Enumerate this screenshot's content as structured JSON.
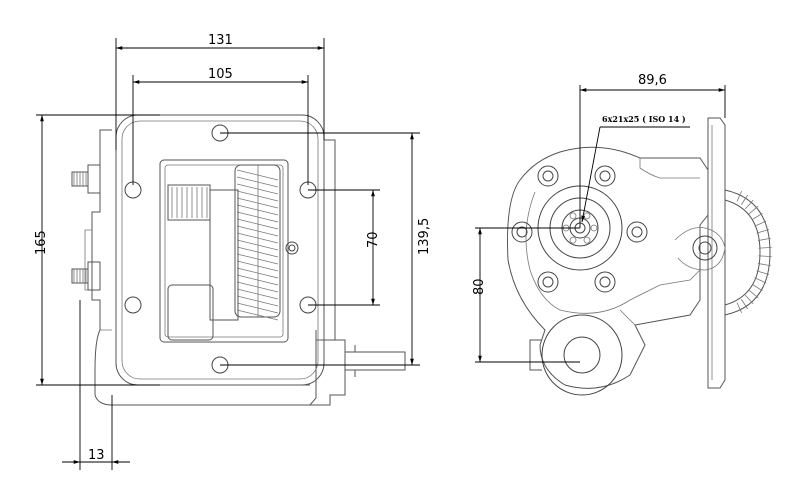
{
  "dimensions": {
    "overall_width": "131",
    "hole_spacing_horizontal": "105",
    "shaft_offset": "89,6",
    "overall_height": "165",
    "hole_spacing_vertical_outer": "139,5",
    "hole_spacing_vertical_inner": "70",
    "shaft_height": "80",
    "flange_thickness": "13"
  },
  "annotations": {
    "spline_spec": "6x21x25 ( ISO 14 )"
  }
}
